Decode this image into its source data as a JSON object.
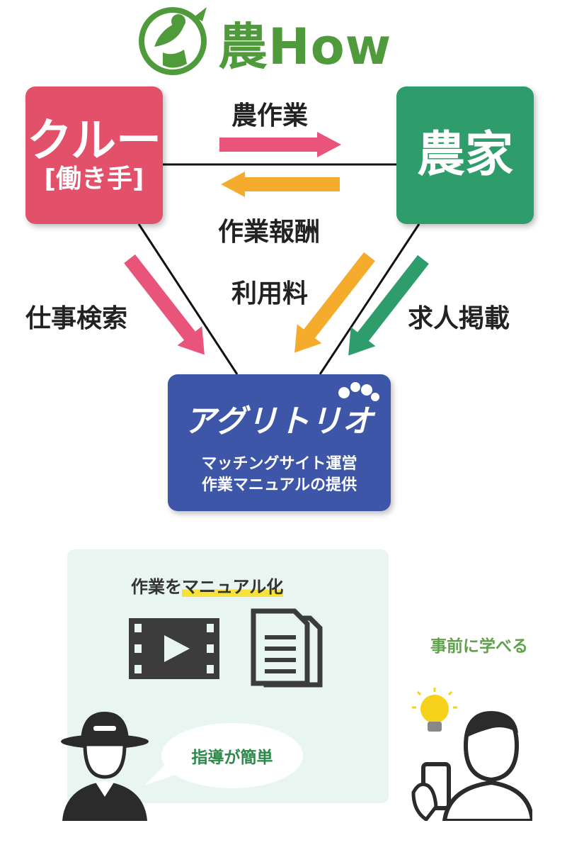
{
  "logo": {
    "text": "農How",
    "icon": "farmer-leaf-logo-icon"
  },
  "nodes": {
    "crew": {
      "title": "クルー",
      "subtitle": "[働き手]",
      "color": "#e2506a"
    },
    "farmer": {
      "title": "農家",
      "color": "#2e9c6b"
    },
    "platform": {
      "name": "アグリトリオ",
      "desc_line1": "マッチングサイト運営",
      "desc_line2": "作業マニュアルの提供",
      "color": "#3d56a8"
    }
  },
  "flows": {
    "farm_work": "農作業",
    "work_reward": "作業報酬",
    "usage_fee": "利用料",
    "job_search": "仕事検索",
    "job_posting": "求人掲載"
  },
  "colors": {
    "pink_arrow": "#e8547a",
    "orange_arrow": "#f5ac2c",
    "green_arrow": "#2e9c6b"
  },
  "manual": {
    "title_prefix": "作業を",
    "title_highlight": "マニュアル化",
    "icons": [
      "video-icon",
      "document-icon"
    ],
    "bubble_learn": "事前に学べる",
    "bubble_easy": "指導が簡単"
  }
}
